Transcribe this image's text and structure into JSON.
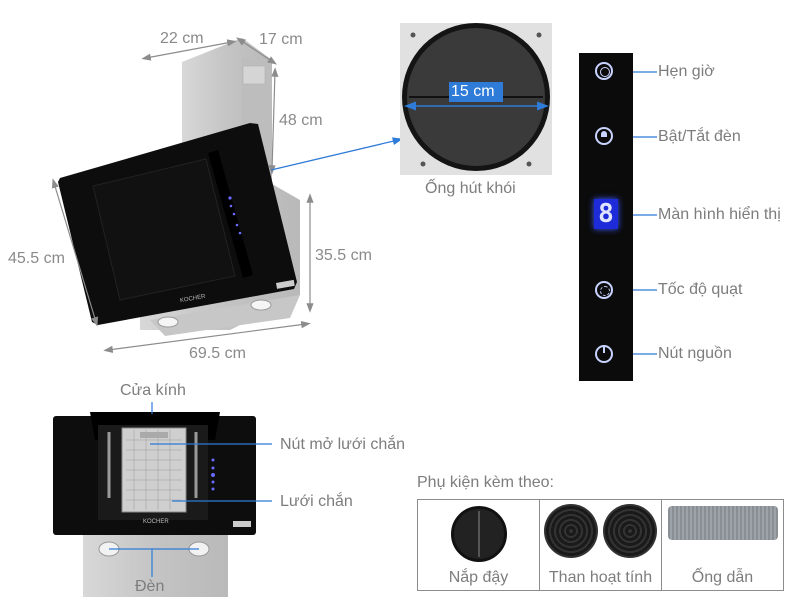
{
  "dimensions": {
    "depth_top": "22 cm",
    "width_top": "17 cm",
    "chimney_height": "48 cm",
    "body_height": "35.5 cm",
    "glass_height": "45.5 cm",
    "glass_width": "69.5 cm"
  },
  "exhaust": {
    "diameter": "15 cm",
    "caption": "Ống hút khói"
  },
  "control_panel": {
    "items": [
      {
        "label": "Hẹn giờ",
        "icon": "timer-icon"
      },
      {
        "label": "Bật/Tắt đèn",
        "icon": "lamp-icon"
      },
      {
        "label": "Màn hình hiển thị",
        "icon": "seven-segment-display-icon",
        "display_value": "8"
      },
      {
        "label": "Tốc độ quạt",
        "icon": "fan-icon"
      },
      {
        "label": "Nút nguồn",
        "icon": "power-icon"
      }
    ],
    "accent_color": "#3b5bff"
  },
  "front_view": {
    "brand": "KOCHER",
    "labels": {
      "glass_door": "Cửa kính",
      "filter_release": "Nút mở lưới chắn",
      "grease_filter": "Lưới chắn",
      "lights": "Đèn"
    }
  },
  "accessories": {
    "title": "Phụ kiện kèm theo:",
    "items": [
      {
        "label": "Nắp đậy",
        "icon": "damper-cap-icon"
      },
      {
        "label": "Than hoạt tính",
        "icon": "carbon-filter-icon"
      },
      {
        "label": "Ống dẫn",
        "icon": "flex-duct-icon"
      }
    ]
  },
  "colors": {
    "callout_line": "#2f7bd8",
    "dimension_arrow": "#8c8c8c",
    "glass": "#0d0d0d",
    "steel": "#c9c9c9"
  }
}
